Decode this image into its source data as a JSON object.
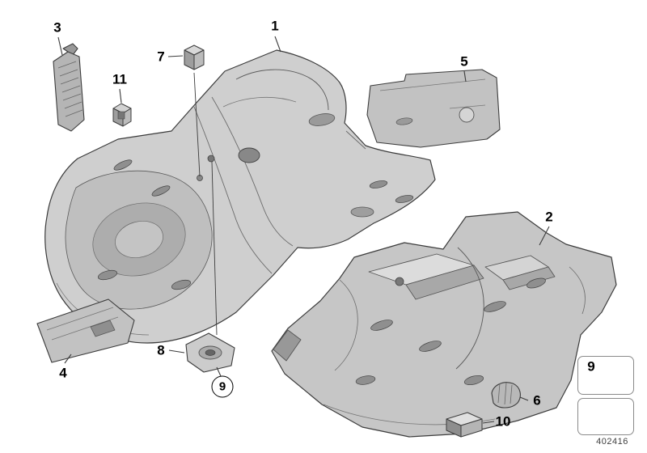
{
  "diagram": {
    "drawing_number": "402416",
    "callouts": [
      {
        "label": "1"
      },
      {
        "label": "2"
      },
      {
        "label": "3"
      },
      {
        "label": "4"
      },
      {
        "label": "5"
      },
      {
        "label": "6"
      },
      {
        "label": "7"
      },
      {
        "label": "8"
      },
      {
        "label": "9",
        "circled": true
      },
      {
        "label": "10"
      },
      {
        "label": "11"
      }
    ],
    "inset": {
      "label": "9"
    },
    "nav": {
      "icon": "cross-reference-arrow-icon"
    },
    "colors": {
      "line": "#3c3c3c",
      "fill_light": "#d9d9d9",
      "fill_mid": "#c6c6c6",
      "fill_dark": "#9a9a9a",
      "background": "#ffffff"
    }
  }
}
